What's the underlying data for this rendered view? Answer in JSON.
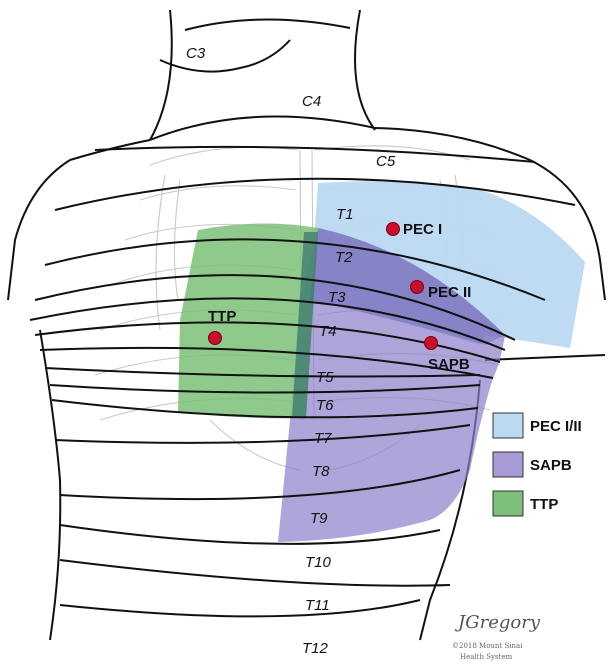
{
  "dermatomes": {
    "c3": "C3",
    "c4": "C4",
    "c5": "C5",
    "t1": "T1",
    "t2": "T2",
    "t3": "T3",
    "t4": "T4",
    "t5": "T5",
    "t6": "T6",
    "t7": "T7",
    "t8": "T8",
    "t9": "T9",
    "t10": "T10",
    "t11": "T11",
    "t12": "T12"
  },
  "blocks": {
    "pec1": "PEC I",
    "pec2": "PEC II",
    "sapb": "SAPB",
    "ttp": "TTP"
  },
  "legend": {
    "items": [
      {
        "label": "PEC I/II",
        "color": "#bcd9f2"
      },
      {
        "label": "SAPB",
        "color": "#a79ad6"
      },
      {
        "label": "TTP",
        "color": "#7dbf78"
      }
    ]
  },
  "colors": {
    "pec": "#bcd9f2",
    "sapb": "#a79ad6",
    "ttp": "#7dbf78",
    "marker": "#c8102e"
  },
  "signature": {
    "name": "JGregory",
    "copyright_line1": "©2018 Mount Sinai",
    "copyright_line2": "Health System"
  }
}
